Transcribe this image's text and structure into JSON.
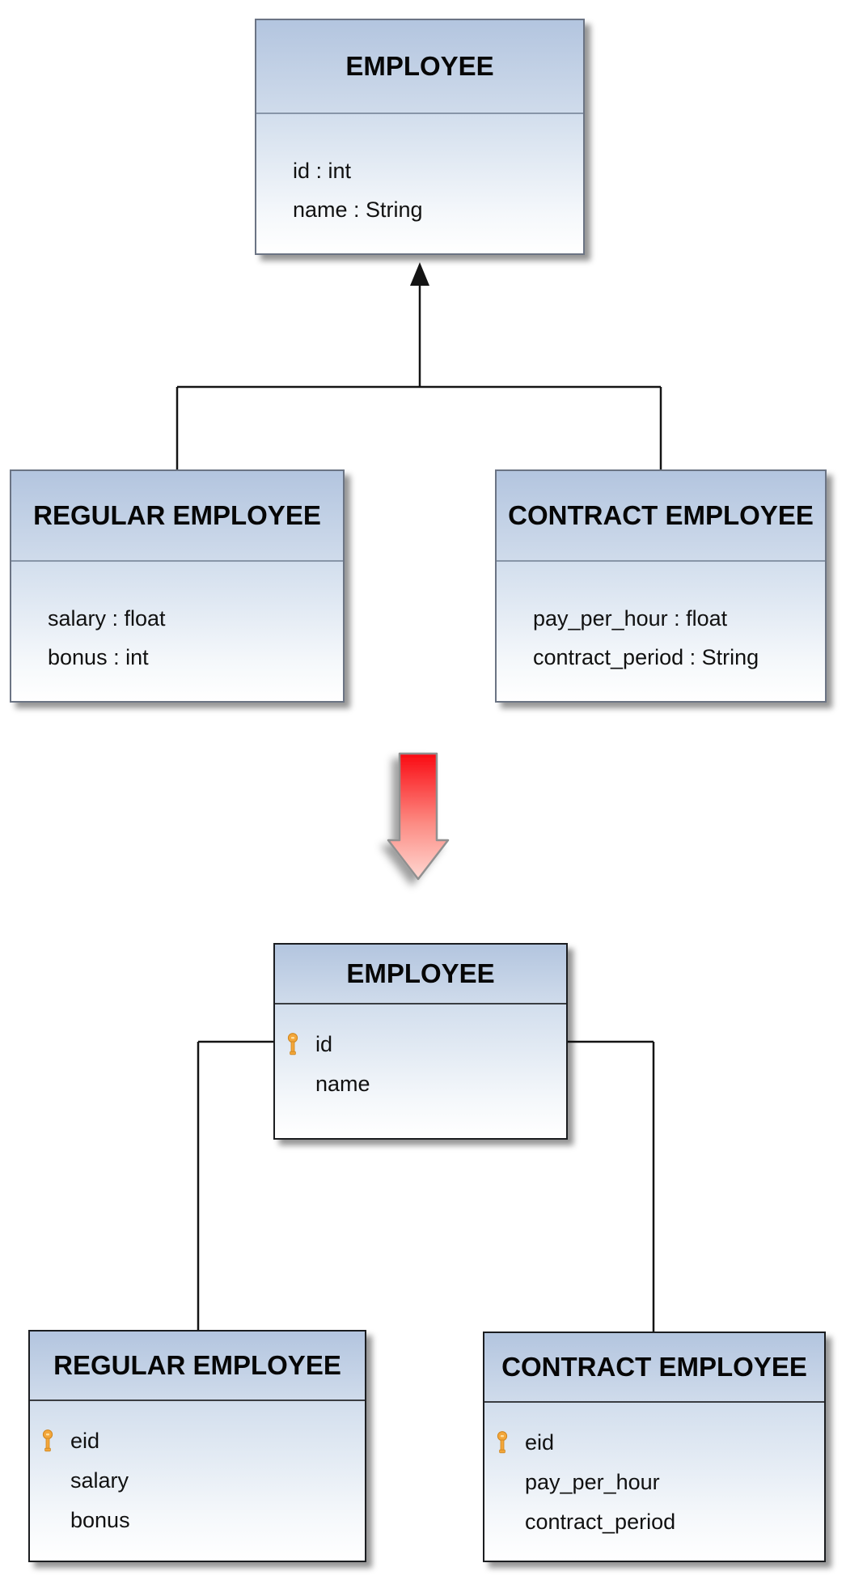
{
  "uml_classes": [
    {
      "title": "EMPLOYEE",
      "attributes": [
        "id : int",
        "name : String"
      ]
    },
    {
      "title": "REGULAR EMPLOYEE",
      "attributes": [
        "salary : float",
        "bonus : int"
      ]
    },
    {
      "title": "CONTRACT EMPLOYEE",
      "attributes": [
        "pay_per_hour : float",
        "contract_period : String"
      ]
    }
  ],
  "er_tables": [
    {
      "title": "EMPLOYEE",
      "columns": [
        {
          "name": "id",
          "primary_key": true
        },
        {
          "name": "name",
          "primary_key": false
        }
      ]
    },
    {
      "title": "REGULAR EMPLOYEE",
      "columns": [
        {
          "name": "eid",
          "primary_key": true
        },
        {
          "name": "salary",
          "primary_key": false
        },
        {
          "name": "bonus",
          "primary_key": false
        }
      ]
    },
    {
      "title": "CONTRACT EMPLOYEE",
      "columns": [
        {
          "name": "eid",
          "primary_key": true
        },
        {
          "name": "pay_per_hour",
          "primary_key": false
        },
        {
          "name": "contract_period",
          "primary_key": false
        }
      ]
    }
  ],
  "icons": {
    "primary_key": "key-icon",
    "generalization": "filled-up-arrow",
    "mapping": "red-down-arrow"
  },
  "colors": {
    "header_gradient_top": "#b3c5df",
    "header_gradient_bottom": "#cfdbeb",
    "body_gradient_top": "#d2deed",
    "body_gradient_bottom": "#ffffff",
    "uml_border": "#6b7484",
    "table_border": "#1b1d20",
    "connector_line": "#141414",
    "red_arrow_top": "#fa0a12",
    "red_arrow_bottom": "#ffd8d2",
    "key_icon": "#f3a63a"
  }
}
